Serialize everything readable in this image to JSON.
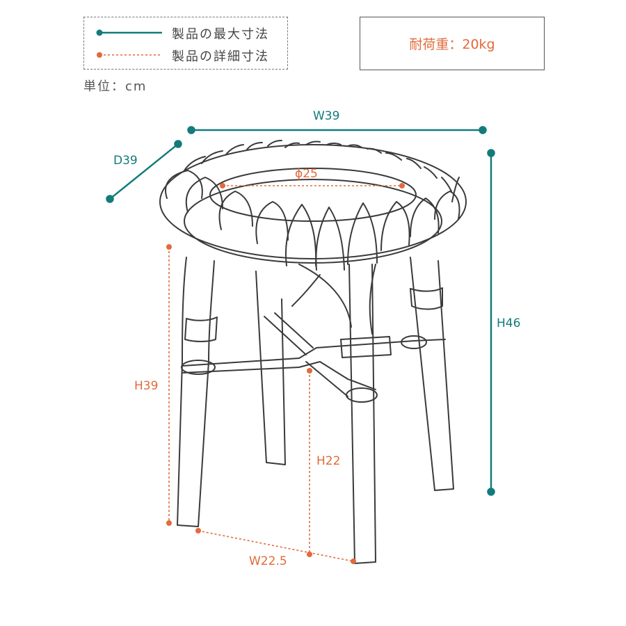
{
  "legend": {
    "max_dim_label": "製品の最大寸法",
    "detail_dim_label": "製品の詳細寸法"
  },
  "load": {
    "text": "耐荷重：20kg"
  },
  "unit": {
    "text": "単位：cm"
  },
  "dimensions": {
    "width": "W39",
    "depth": "D39",
    "seat_diameter": "ϕ25",
    "total_height": "H46",
    "seat_height": "H39",
    "stretcher_height": "H22",
    "leg_span": "W22.5"
  },
  "colors": {
    "max_line": "#137b7b",
    "detail_line": "#e26a3b",
    "drawing": "#3a3a3a"
  }
}
